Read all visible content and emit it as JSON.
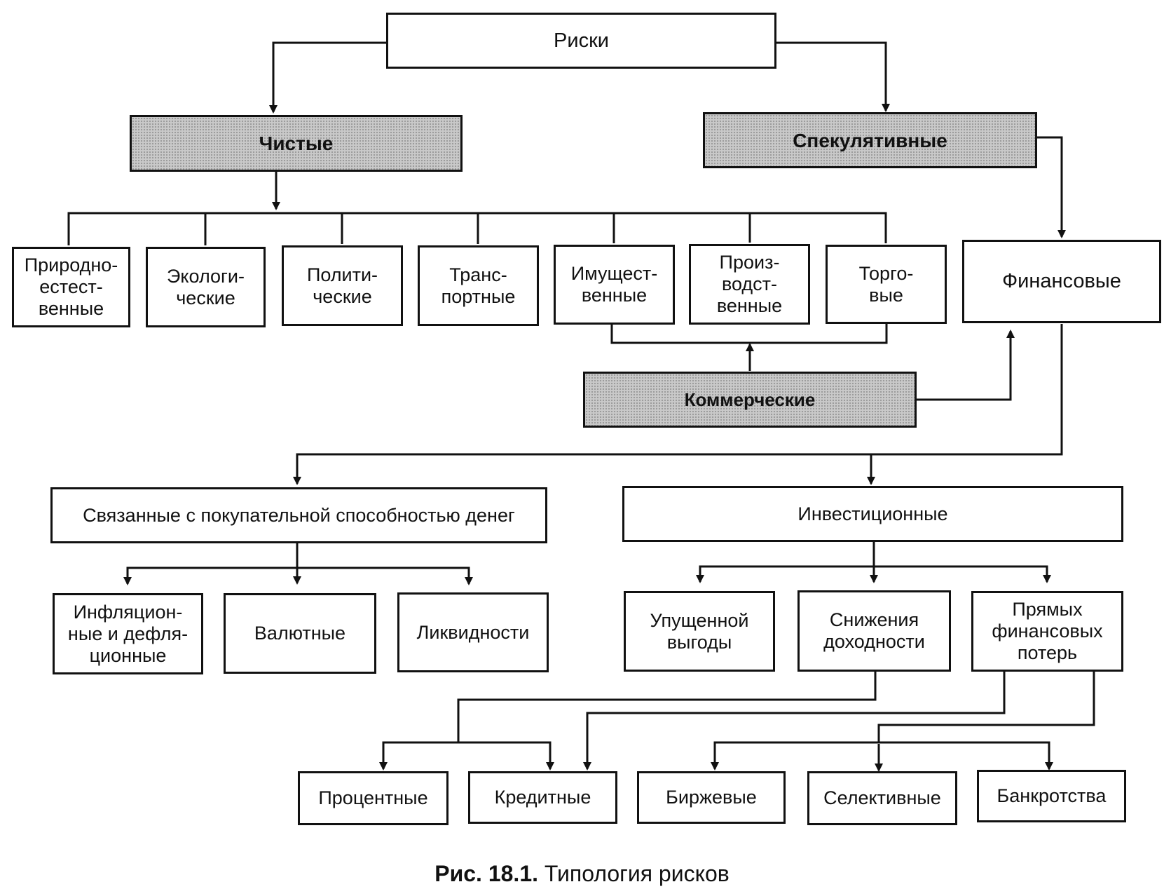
{
  "diagram": {
    "root": "Риски",
    "pure": "Чистые",
    "speculative": "Спекулятивные",
    "pure_types": [
      "Природно-\nестест-\nвенные",
      "Экологи-\nческие",
      "Полити-\nческие",
      "Транс-\nпортные",
      "Имущест-\nвенные",
      "Произ-\nводст-\nвенные",
      "Торго-\nвые"
    ],
    "financial": "Финансовые",
    "commercial": "Коммерческие",
    "purchasing_power": "Связанные с покупательной способностью денег",
    "investment": "Инвестиционные",
    "purchasing_types": [
      "Инфляцион-\nные и дефля-\nционные",
      "Валютные",
      "Ликвидности"
    ],
    "investment_types": [
      "Упущенной\nвыгоды",
      "Снижения\nдоходности",
      "Прямых\nфинансовых\nпотерь"
    ],
    "leaves": [
      "Процентные",
      "Кредитные",
      "Биржевые",
      "Селективные",
      "Банкротства"
    ]
  },
  "caption": {
    "number": "Рис. 18.1.",
    "text": "Типология рисков"
  }
}
